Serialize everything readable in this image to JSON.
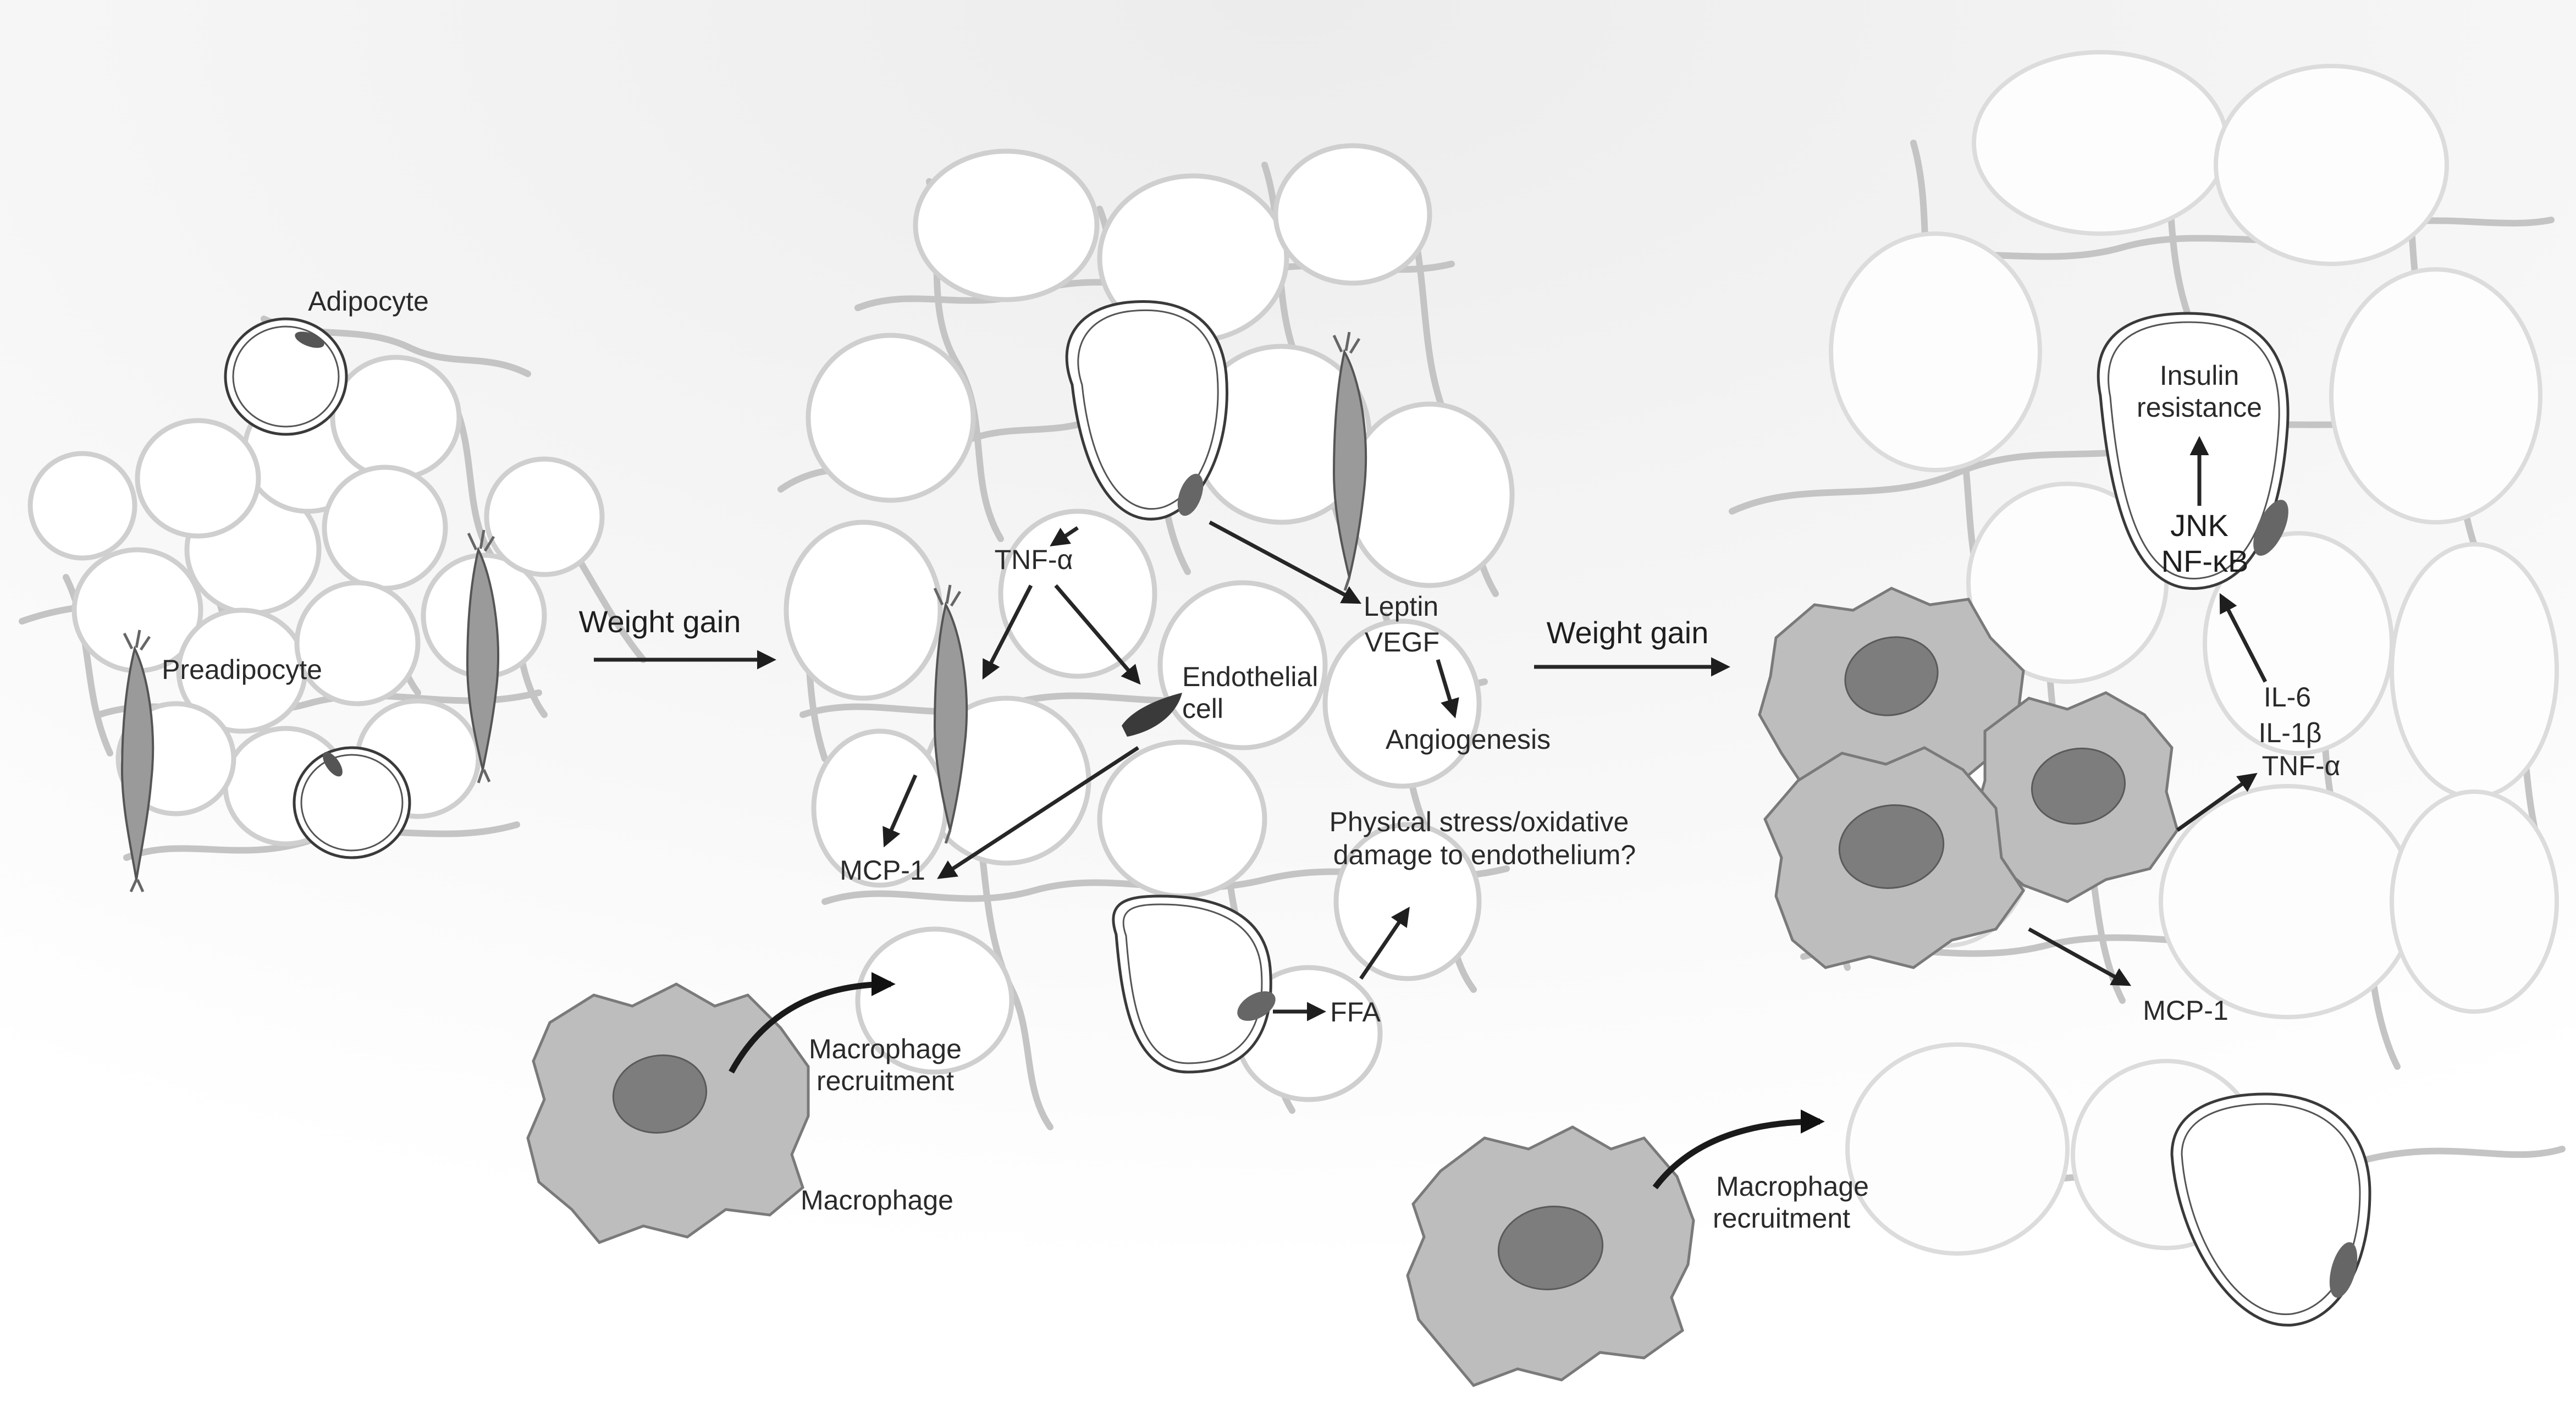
{
  "labels": {
    "adipocyte": "Adipocyte",
    "preadipocyte": "Preadipocyte",
    "weight_gain_1": "Weight gain",
    "weight_gain_2": "Weight gain",
    "tnf_alpha_1": "TNF-α",
    "leptin": "Leptin",
    "vegf": "VEGF",
    "endothelial_1": "Endothelial",
    "endothelial_2": "cell",
    "angiogenesis": "Angiogenesis",
    "physical_stress_1": "Physical stress/oxidative",
    "physical_stress_2": "damage to endothelium?",
    "mcp1_1": "MCP-1",
    "ffa": "FFA",
    "macrophage_recruitment_1a": "Macrophage",
    "macrophage_recruitment_1b": "recruitment",
    "macrophage": "Macrophage",
    "insulin_1": "Insulin",
    "insulin_2": "resistance",
    "jnk": "JNK",
    "nfkb": "NF-κB",
    "il6": "IL-6",
    "il1b": "IL-1β",
    "tnf_alpha_2": "TNF-α",
    "mcp1_2": "MCP-1",
    "macrophage_recruitment_2a": "Macrophage",
    "macrophage_recruitment_2b": "recruitment"
  }
}
